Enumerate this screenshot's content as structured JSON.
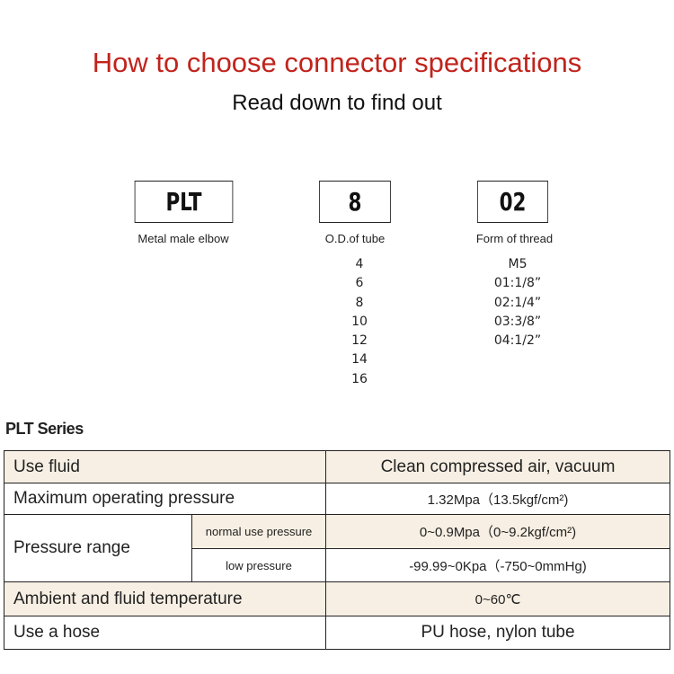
{
  "header": {
    "title": "How to choose connector specifications",
    "subtitle": "Read down to find out"
  },
  "code": [
    {
      "value": "PLT",
      "caption": "Metal male elbow",
      "options": []
    },
    {
      "value": "8",
      "caption": "O.D.of tube",
      "options": [
        "4",
        "6",
        "8",
        "10",
        "12",
        "14",
        "16"
      ]
    },
    {
      "value": "02",
      "caption": "Form of thread",
      "options": [
        "M5",
        "01:1/8”",
        "02:1/4”",
        "03:3/8”",
        "04:1/2”"
      ]
    }
  ],
  "series_title": "PLT Series",
  "table": {
    "use_fluid": {
      "label": "Use fluid",
      "value": "Clean compressed air, vacuum"
    },
    "max_pressure": {
      "label": "Maximum operating pressure",
      "value": "1.32Mpa（13.5kgf/cm²)"
    },
    "pressure_range": {
      "label": "Pressure range",
      "normal_label": "normal use pressure",
      "normal_value": "0~0.9Mpa（0~9.2kgf/cm²)",
      "low_label": "low pressure",
      "low_value": "-99.99~0Kpa（-750~0mmHg)"
    },
    "temperature": {
      "label": "Ambient and fluid temperature",
      "value": "0~60℃"
    },
    "hose": {
      "label": "Use a hose",
      "value": "PU hose, nylon tube"
    }
  },
  "colors": {
    "title": "#c0241c",
    "row_bg": "#f7efe3"
  }
}
